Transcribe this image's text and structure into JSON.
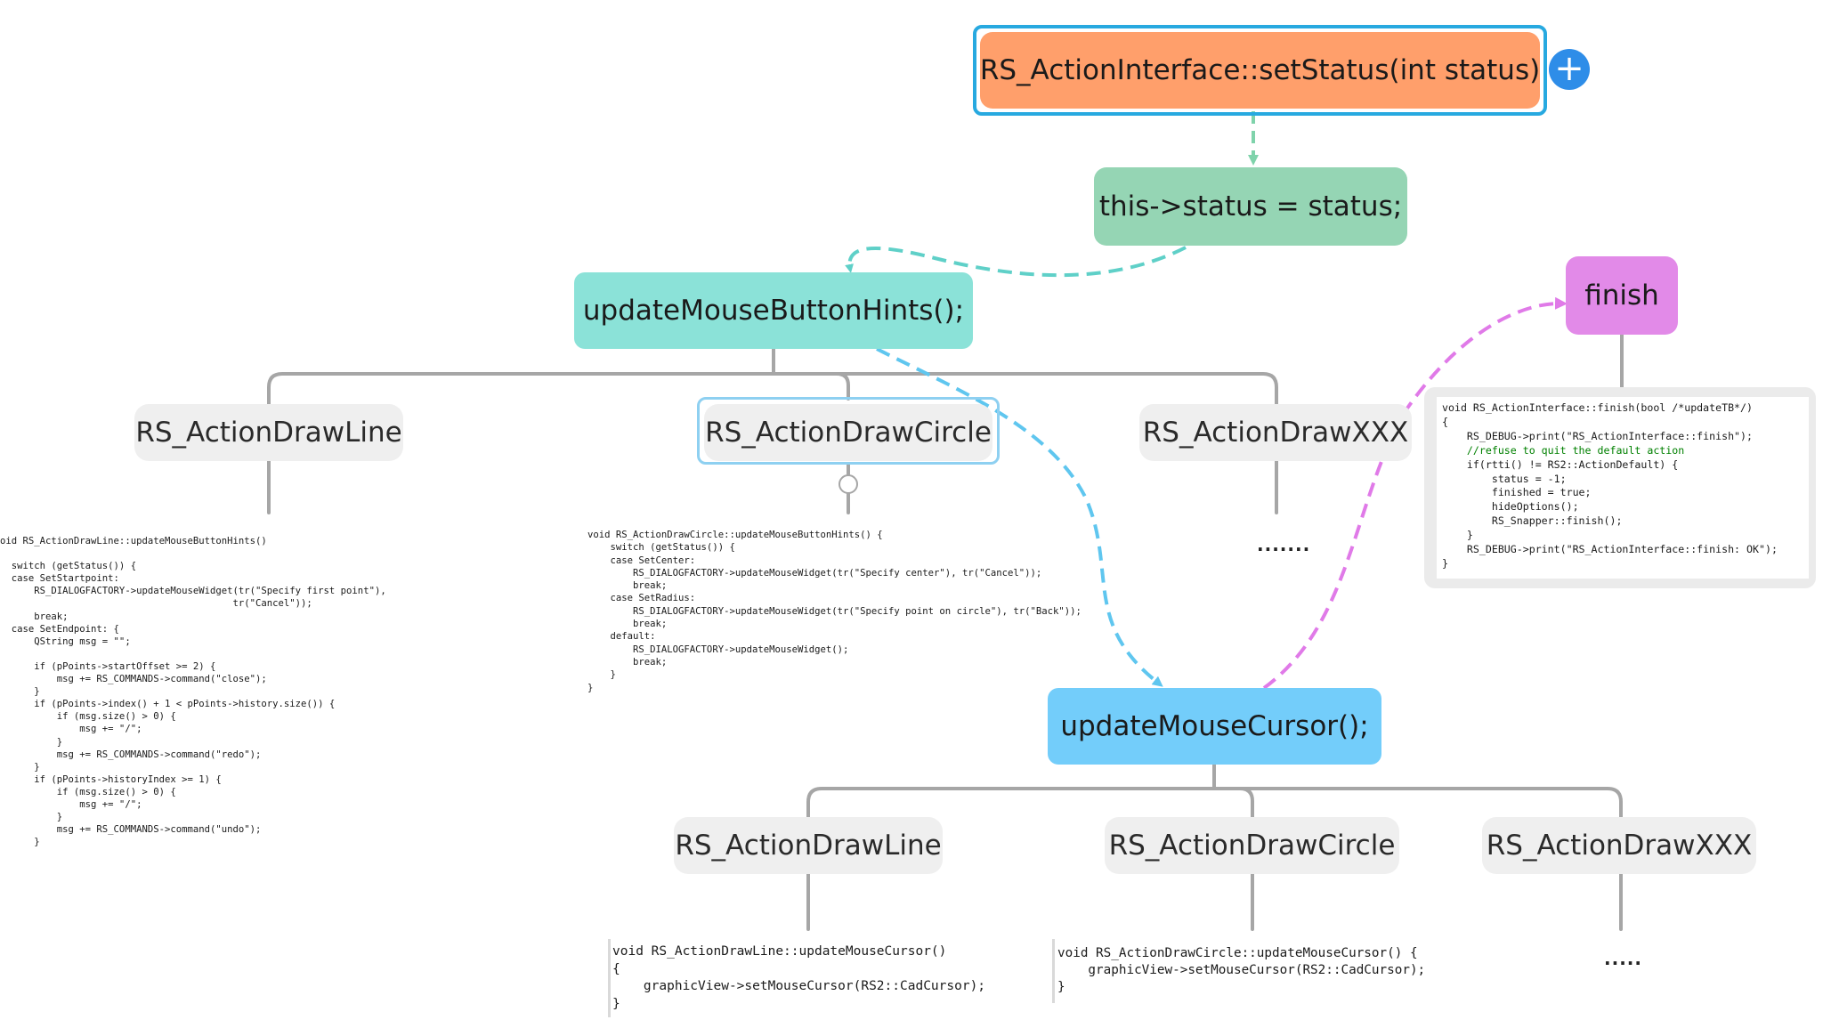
{
  "root": {
    "label": "RS_ActionInterface::setStatus(int status)",
    "add_button": "+"
  },
  "status_node": {
    "label": "this->status = status;"
  },
  "hints_node": {
    "label": "updateMouseButtonHints();",
    "children": [
      "RS_ActionDrawLine",
      "RS_ActionDrawCircle",
      "RS_ActionDrawXXX"
    ],
    "ellipsis": "......."
  },
  "finish_node": {
    "label": "finish"
  },
  "cursor_node": {
    "label": "updateMouseCursor();",
    "children": [
      "RS_ActionDrawLine",
      "RS_ActionDrawCircle",
      "RS_ActionDrawXXX"
    ],
    "ellipsis": "....."
  },
  "colors": {
    "root": "#ff9f6b",
    "status": "#95d5b4",
    "hints": "#8be2d8",
    "finish": "#e28ae8",
    "cursor": "#73cdfa",
    "child": "#efefef",
    "connector": "#a6a6a6",
    "arrow_teal": "#5fd0c8",
    "arrow_blue": "#5fc6ef",
    "arrow_pink": "#e07ae8",
    "selection": "#27a9e0"
  },
  "code": {
    "hints_line": [
      "oid RS_ActionDrawLine::updateMouseButtonHints()",
      "",
      "  switch (getStatus()) {",
      "  case SetStartpoint:",
      "      RS_DIALOGFACTORY->updateMouseWidget(tr(\"Specify first point\"),",
      "                                         tr(\"Cancel\"));",
      "      break;",
      "  case SetEndpoint: {",
      "      QString msg = \"\";",
      "",
      "      if (pPoints->startOffset >= 2) {",
      "          msg += RS_COMMANDS->command(\"close\");",
      "      }",
      "      if (pPoints->index() + 1 < pPoints->history.size()) {",
      "          if (msg.size() > 0) {",
      "              msg += \"/\";",
      "          }",
      "          msg += RS_COMMANDS->command(\"redo\");",
      "      }",
      "      if (pPoints->historyIndex >= 1) {",
      "          if (msg.size() > 0) {",
      "              msg += \"/\";",
      "          }",
      "          msg += RS_COMMANDS->command(\"undo\");",
      "      }"
    ],
    "hints_circle": [
      "void RS_ActionDrawCircle::updateMouseButtonHints() {",
      "    switch (getStatus()) {",
      "    case SetCenter:",
      "        RS_DIALOGFACTORY->updateMouseWidget(tr(\"Specify center\"), tr(\"Cancel\"));",
      "        break;",
      "    case SetRadius:",
      "        RS_DIALOGFACTORY->updateMouseWidget(tr(\"Specify point on circle\"), tr(\"Back\"));",
      "        break;",
      "    default:",
      "        RS_DIALOGFACTORY->updateMouseWidget();",
      "        break;",
      "    }",
      "}"
    ],
    "finish": [
      "void RS_ActionInterface::finish(bool /*updateTB*/)",
      "{",
      "    RS_DEBUG->print(\"RS_ActionInterface::finish\");",
      "    //refuse to quit the default action",
      "    if(rtti() != RS2::ActionDefault) {",
      "        status = -1;",
      "        finished = true;",
      "        hideOptions();",
      "        RS_Snapper::finish();",
      "    }",
      "    RS_DEBUG->print(\"RS_ActionInterface::finish: OK\");",
      "}"
    ],
    "cursor_line": [
      "void RS_ActionDrawLine::updateMouseCursor()",
      "{",
      "    graphicView->setMouseCursor(RS2::CadCursor);",
      "}"
    ],
    "cursor_circle": [
      "void RS_ActionDrawCircle::updateMouseCursor() {",
      "    graphicView->setMouseCursor(RS2::CadCursor);",
      "}"
    ]
  }
}
